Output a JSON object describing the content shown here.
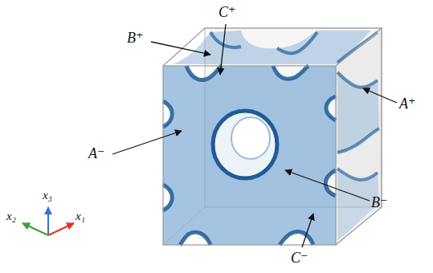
{
  "diagram": {
    "labels": [
      "C⁺",
      "B⁺",
      "A⁺",
      "A⁻",
      "B⁻",
      "C⁻",
      "x₃",
      "x₂",
      "x₁"
    ]
  }
}
